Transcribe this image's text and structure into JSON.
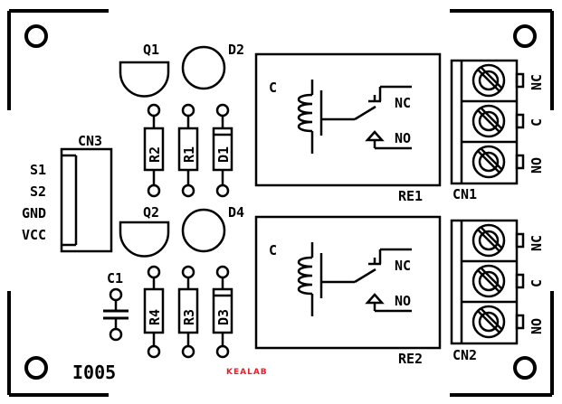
{
  "board": {
    "code": "I005",
    "logo_text": "KEALAB",
    "colors": {
      "silkscreen": "#000000",
      "background": "#ffffff",
      "logo_red": "#e8202a"
    }
  },
  "labels": {
    "q1": "Q1",
    "q2": "Q2",
    "d2": "D2",
    "d4": "D4",
    "r2": "R2",
    "r1": "R1",
    "d1": "D1",
    "r4": "R4",
    "r3": "R3",
    "d3": "D3",
    "c1": "C1",
    "cn3": "CN3",
    "re1": "RE1",
    "re2": "RE2",
    "cn1": "CN1",
    "cn2": "CN2",
    "cn3_pins": [
      "S1",
      "S2",
      "GND",
      "VCC"
    ],
    "relay_c": "C",
    "relay_nc": "NC",
    "relay_no": "NO",
    "terminal_pins": [
      "NC",
      "C",
      "NO"
    ]
  }
}
